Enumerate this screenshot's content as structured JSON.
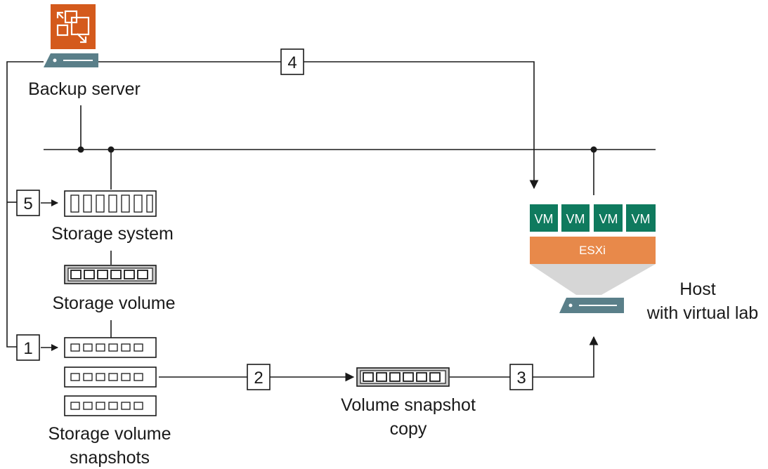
{
  "colors": {
    "line": "#1a1a1a",
    "backup_icon": "#d45a1c",
    "vm_green": "#0f7a5e",
    "esxi_orange": "#e8894a",
    "server_teal": "#5a7f89",
    "trapezoid_gray": "#d6d6d6"
  },
  "icons": {
    "backup": "backup-server-icon",
    "server": "server-icon",
    "storage": "storage-array-icon"
  },
  "labels": {
    "backup_server": "Backup server",
    "storage_system": "Storage system",
    "storage_volume": "Storage volume",
    "storage_volume_snapshots_line1": "Storage volume",
    "storage_volume_snapshots_line2": "snapshots",
    "volume_snapshot_copy_line1": "Volume snapshot",
    "volume_snapshot_copy_line2": "copy",
    "host_line1": "Host",
    "host_line2": "with virtual lab"
  },
  "steps": [
    "1",
    "2",
    "3",
    "4",
    "5"
  ],
  "vms": [
    "VM",
    "VM",
    "VM",
    "VM"
  ],
  "hypervisor": "ESXi"
}
